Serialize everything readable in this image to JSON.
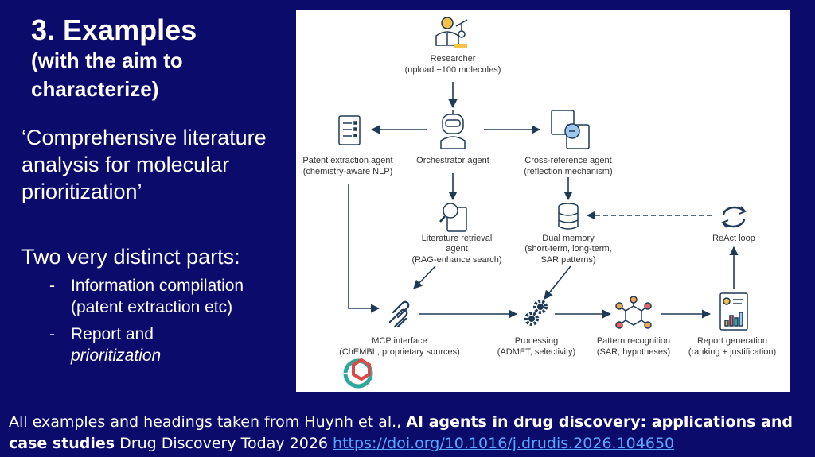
{
  "title": {
    "line1": "3. Examples",
    "line2": "(with the aim to",
    "line3": "characterize)"
  },
  "quote": "‘Comprehensive literature analysis for molecular prioritization’",
  "parts_heading": "Two very distinct parts:",
  "bullets": [
    {
      "dash": "-",
      "text_a": "Information compilation",
      "text_b": "(patent extraction etc)"
    },
    {
      "dash": "-",
      "text_a": "Report and",
      "text_b": "prioritization"
    }
  ],
  "diagram": {
    "researcher": {
      "line1": "Researcher",
      "line2": "(upload +100 molecules)"
    },
    "orchestrator": {
      "line1": "Orchestrator agent"
    },
    "patent": {
      "line1": "Patent extraction agent",
      "line2": "(chemistry-aware NLP)"
    },
    "crossref": {
      "line1": "Cross-reference agent",
      "line2": "(reflection mechanism)"
    },
    "literature": {
      "line1": "Literature retrieval",
      "line2": "agent",
      "line3": "(RAG-enhance search)"
    },
    "memory": {
      "line1": "Dual memory",
      "line2": "(short-term, long-term,",
      "line3": "SAR patterns)"
    },
    "react": {
      "line1": "ReAct loop"
    },
    "mcp": {
      "line1": "MCP interface",
      "line2": "(ChEMBL, proprietary sources)"
    },
    "processing": {
      "line1": "Processing",
      "line2": "(ADMET, selectivity)"
    },
    "pattern": {
      "line1": "Pattern recognition",
      "line2": "(SAR, hypotheses)"
    },
    "report": {
      "line1": "Report generation",
      "line2": "(ranking + justification)"
    }
  },
  "footer": {
    "prefix": "All examples and headings taken from Huynh et al., ",
    "bold": "AI agents in drug discovery: applications and case studies",
    "middle": " Drug Discovery Today 2026 ",
    "link": "https://doi.org/10.1016/j.drudis.2026.104650"
  },
  "colors": {
    "background": "#0b0b6b",
    "link": "#58a6ff",
    "icon_teal": "#2fa89a",
    "icon_red": "#e04848",
    "arrow": "#1f3a56"
  }
}
